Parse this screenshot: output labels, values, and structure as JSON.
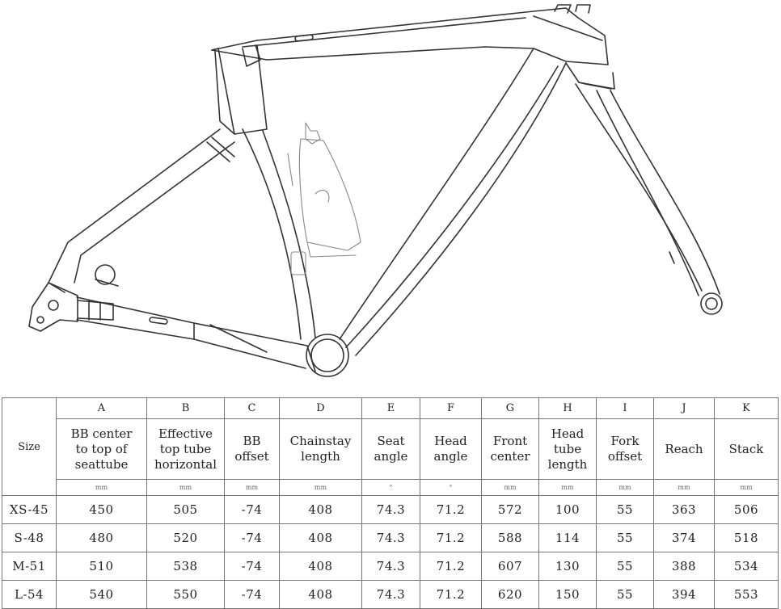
{
  "table": {
    "size_header": "Size",
    "columns": [
      {
        "letter": "A",
        "lines": [
          "BB center",
          "to top of",
          "seattube"
        ],
        "unit": "mm"
      },
      {
        "letter": "B",
        "lines": [
          "Effective",
          "top tube",
          "horizontal"
        ],
        "unit": "mm"
      },
      {
        "letter": "C",
        "lines": [
          "BB",
          "offset"
        ],
        "unit": "mm"
      },
      {
        "letter": "D",
        "lines": [
          "Chainstay",
          "length"
        ],
        "unit": "mm"
      },
      {
        "letter": "E",
        "lines": [
          "Seat",
          "angle"
        ],
        "unit": "°"
      },
      {
        "letter": "F",
        "lines": [
          "Head",
          "angle"
        ],
        "unit": "°"
      },
      {
        "letter": "G",
        "lines": [
          "Front",
          "center"
        ],
        "unit": "mm"
      },
      {
        "letter": "H",
        "lines": [
          "Head",
          "tube",
          "length"
        ],
        "unit": "mm"
      },
      {
        "letter": "I",
        "lines": [
          "Fork",
          "offset"
        ],
        "unit": "mm"
      },
      {
        "letter": "J",
        "lines": [
          "Reach"
        ],
        "unit": "mm"
      },
      {
        "letter": "K",
        "lines": [
          "Stack"
        ],
        "unit": "mm"
      }
    ],
    "rows": [
      {
        "size": "XS-45",
        "values": [
          "450",
          "505",
          "-74",
          "408",
          "74.3",
          "71.2",
          "572",
          "100",
          "55",
          "363",
          "506"
        ]
      },
      {
        "size": "S-48",
        "values": [
          "480",
          "520",
          "-74",
          "408",
          "74.3",
          "71.2",
          "588",
          "114",
          "55",
          "374",
          "518"
        ]
      },
      {
        "size": "M-51",
        "values": [
          "510",
          "538",
          "-74",
          "408",
          "74.3",
          "71.2",
          "607",
          "130",
          "55",
          "388",
          "534"
        ]
      },
      {
        "size": "L-54",
        "values": [
          "540",
          "550",
          "-74",
          "408",
          "74.3",
          "71.2",
          "620",
          "150",
          "55",
          "394",
          "553"
        ]
      }
    ]
  }
}
